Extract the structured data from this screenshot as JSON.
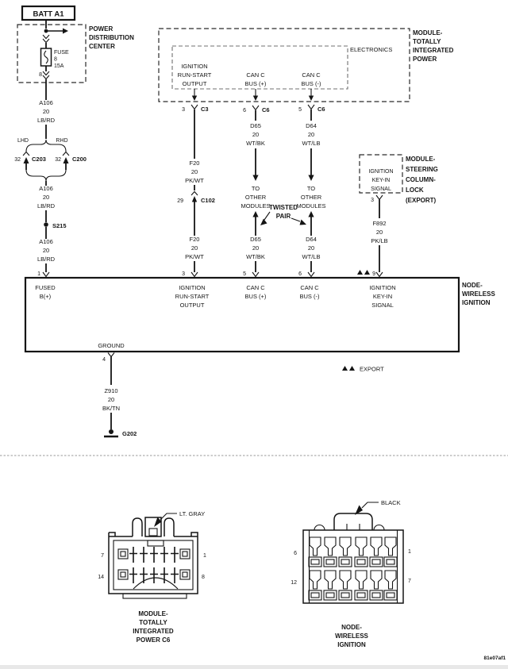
{
  "colors": {
    "line": "#151515",
    "background": "#ffffff",
    "divider": "#9a9a9a"
  },
  "battery": {
    "label": "BATT A1"
  },
  "pdc": {
    "lines": [
      "POWER",
      "DISTRIBUTION",
      "CENTER"
    ],
    "fuse": {
      "name": "FUSE",
      "number": "8",
      "rating": "15A"
    },
    "exit_pin": "8"
  },
  "wire_a106": {
    "name": "A106",
    "gauge": "20",
    "color": "LB/RD"
  },
  "branch": {
    "lhd": "LHD",
    "rhd": "RHD",
    "left_pin": "32",
    "left_connector": "C203",
    "right_pin": "32",
    "right_connector": "C200"
  },
  "splice": {
    "label": "S215"
  },
  "tipm": {
    "lines": [
      "MODULE-",
      "TOTALLY",
      "INTEGRATED",
      "POWER"
    ],
    "electronics": "ELECTRONICS",
    "ign_out": {
      "lines": [
        "IGNITION",
        "RUN-START",
        "OUTPUT"
      ],
      "pin": "3",
      "connector": "C3"
    },
    "can_p": {
      "lines": [
        "CAN C",
        "BUS (+)"
      ],
      "pin": "6",
      "connector": "C6"
    },
    "can_m": {
      "lines": [
        "CAN C",
        "BUS (-)"
      ],
      "pin": "5",
      "connector": "C6"
    }
  },
  "wire_f20": {
    "name": "F20",
    "gauge": "20",
    "color": "PK/WT"
  },
  "c102": {
    "pin": "29",
    "name": "C102"
  },
  "to_other": {
    "lines": [
      "TO",
      "OTHER",
      "MODULES"
    ]
  },
  "twisted": {
    "lines": [
      "TWISTED",
      "PAIR"
    ]
  },
  "wire_d65": {
    "name": "D65",
    "gauge": "20",
    "color": "WT/BK"
  },
  "wire_d64": {
    "name": "D64",
    "gauge": "20",
    "color": "WT/LB"
  },
  "scl": {
    "box_lines": [
      "IGNITION",
      "KEY-IN",
      "SIGNAL"
    ],
    "lines": [
      "MODULE-",
      "STEERING",
      "COLUMN-",
      "LOCK",
      "(EXPORT)"
    ],
    "pin": "3"
  },
  "wire_f892": {
    "name": "F892",
    "gauge": "20",
    "color": "PK/LB"
  },
  "node": {
    "name_lines": [
      "NODE-",
      "WIRELESS",
      "IGNITION"
    ],
    "pins": {
      "b_plus": "1",
      "run_start": "3",
      "can_p": "5",
      "can_m": "6",
      "key_in": "9",
      "ground": "4"
    },
    "fused": {
      "lines": [
        "FUSED",
        "B(+)"
      ]
    },
    "run": {
      "lines": [
        "IGNITION",
        "RUN-START",
        "OUTPUT"
      ]
    },
    "can_p": {
      "lines": [
        "CAN C",
        "BUS (+)"
      ]
    },
    "can_m": {
      "lines": [
        "CAN C",
        "BUS (-)"
      ]
    },
    "key": {
      "lines": [
        "IGNITION",
        "KEY-IN",
        "SIGNAL"
      ]
    },
    "ground_label": "GROUND"
  },
  "wire_z910": {
    "name": "Z910",
    "gauge": "20",
    "color": "BK/TN"
  },
  "ground": {
    "label": "G202"
  },
  "export_note": {
    "label": "EXPORT"
  },
  "conn_left": {
    "color_label": "LT. GRAY",
    "pins": {
      "tl": "7",
      "tr": "1",
      "bl": "14",
      "br": "8"
    },
    "caption": [
      "MODULE-",
      "TOTALLY",
      "INTEGRATED",
      "POWER C6"
    ]
  },
  "conn_right": {
    "color_label": "BLACK",
    "pins": {
      "tl": "6",
      "tr": "1",
      "bl": "12",
      "br": "7"
    },
    "caption": [
      "NODE-",
      "WIRELESS",
      "IGNITION"
    ]
  },
  "footer": {
    "code": "81e07af1"
  }
}
